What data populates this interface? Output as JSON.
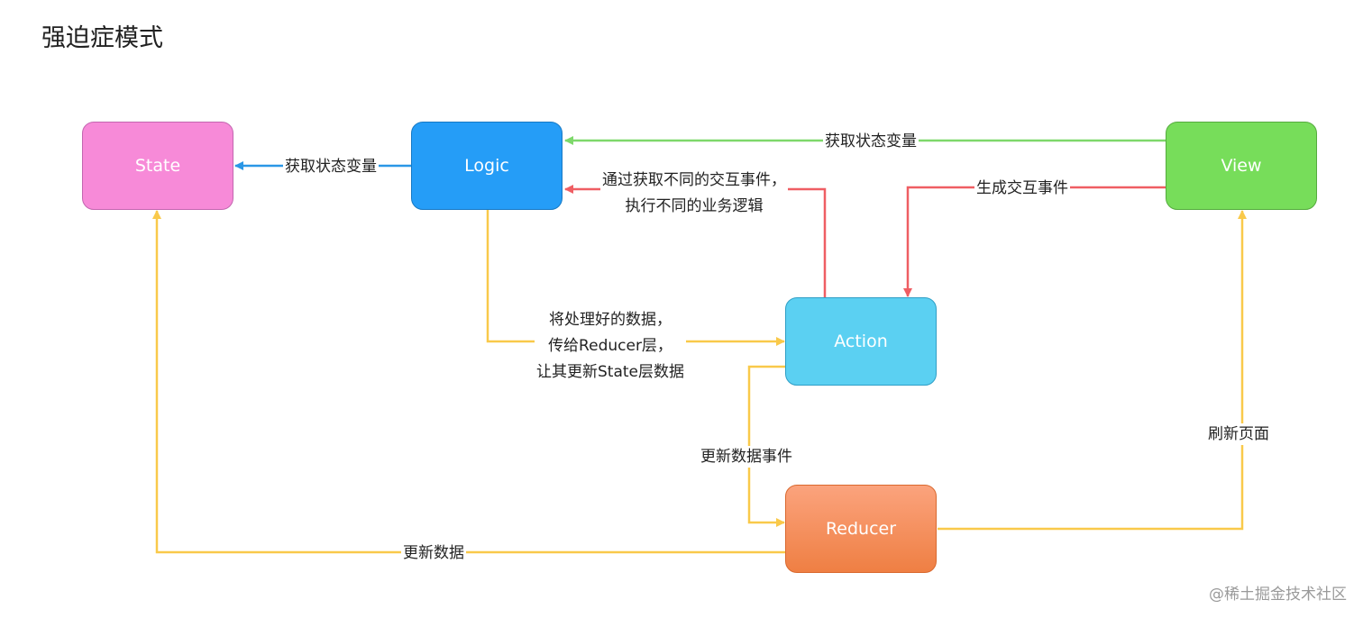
{
  "title": "强迫症模式",
  "nodes": {
    "state": "State",
    "logic": "Logic",
    "view": "View",
    "action": "Action",
    "reducer": "Reducer"
  },
  "edges": [
    {
      "from": "View",
      "to": "Logic",
      "label": "获取状态变量",
      "color": "#7ed86b"
    },
    {
      "from": "Logic",
      "to": "State",
      "label": "获取状态变量",
      "color": "#2a97e6"
    },
    {
      "from": "Action",
      "to": "Logic",
      "label": "通过获取不同的交互事件，\n执行不同的业务逻辑",
      "color": "#ef5e63"
    },
    {
      "from": "View",
      "to": "Action",
      "label": "生成交互事件",
      "color": "#ef5e63"
    },
    {
      "from": "Logic",
      "to": "Action",
      "label": "将处理好的数据，\n传给Reducer层，\n让其更新State层数据",
      "color": "#f9c94a"
    },
    {
      "from": "Action",
      "to": "Reducer",
      "label": "更新数据事件",
      "color": "#f9c94a"
    },
    {
      "from": "Reducer",
      "to": "View",
      "label": "刷新页面",
      "color": "#f9c94a"
    },
    {
      "from": "Reducer",
      "to": "State",
      "label": "更新数据",
      "color": "#f9c94a"
    }
  ],
  "watermark": "@稀土掘金技术社区"
}
